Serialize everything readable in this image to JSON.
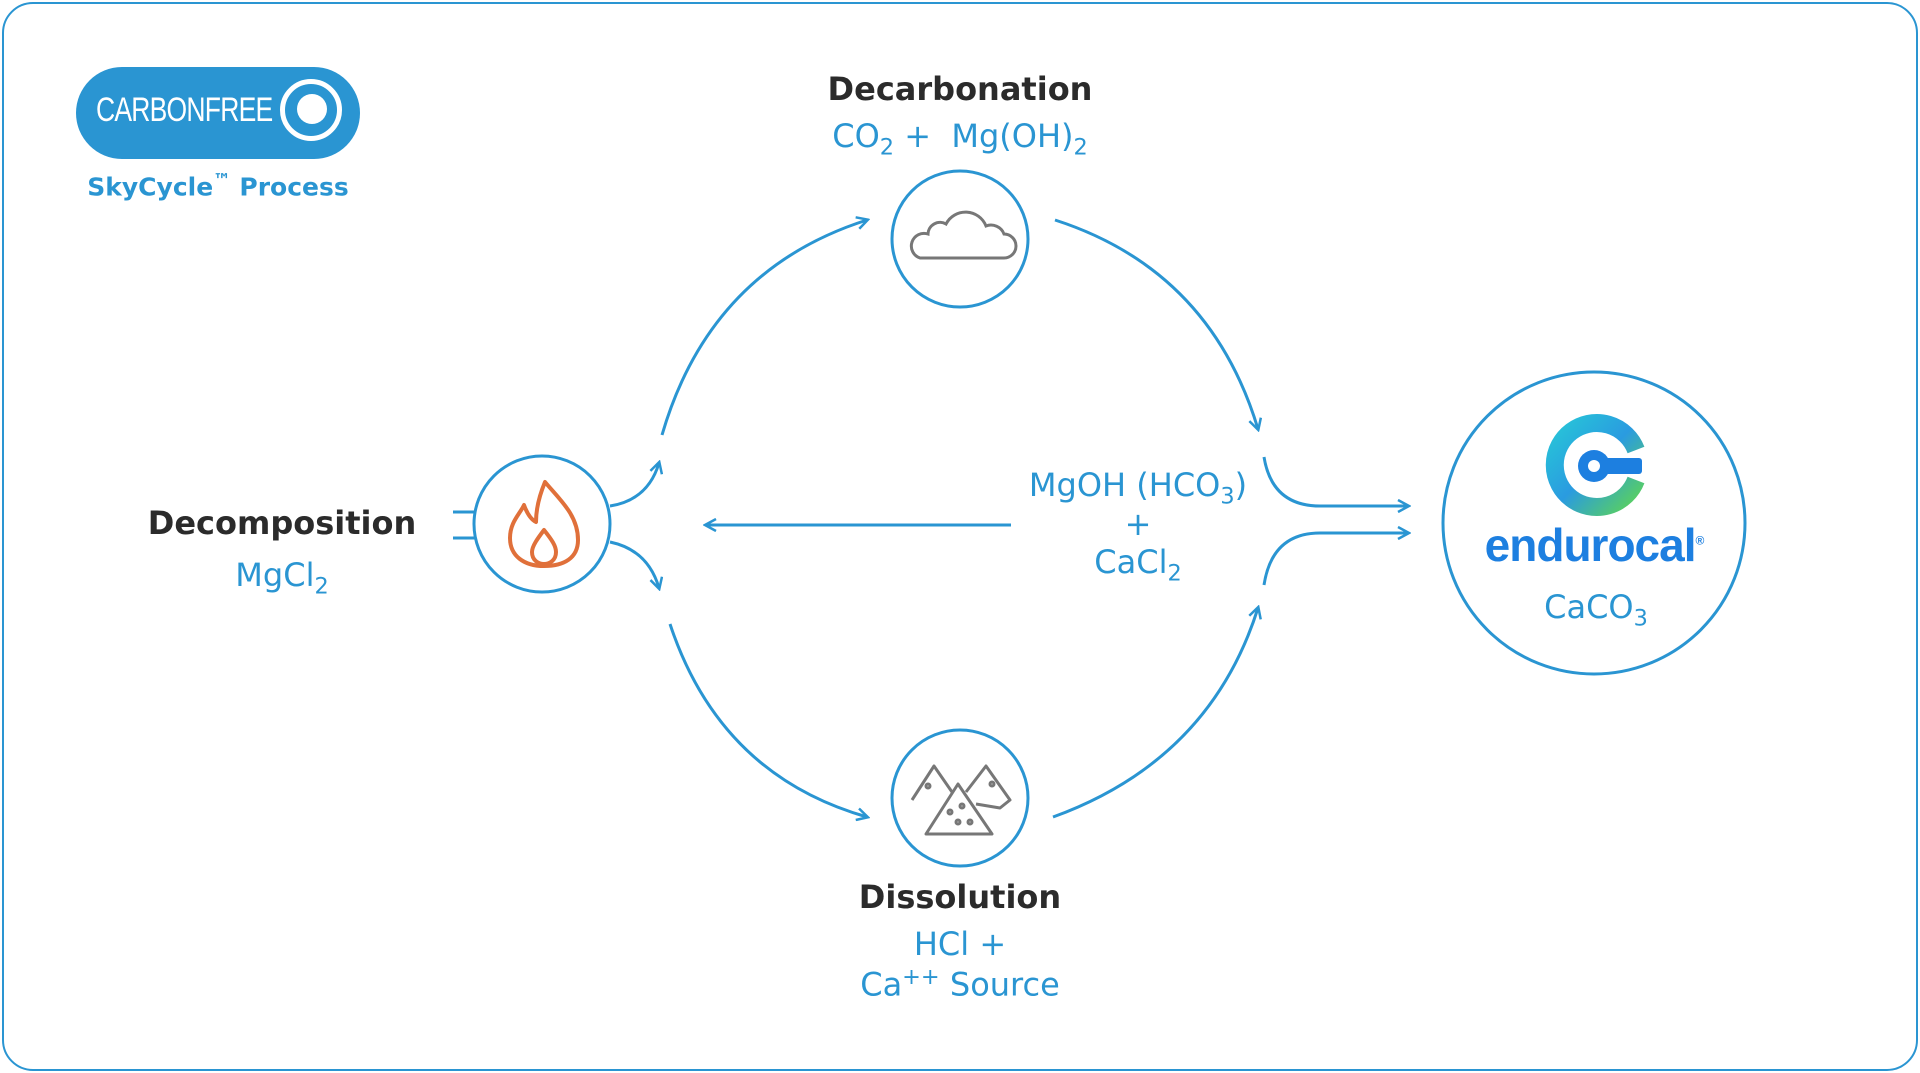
{
  "logo": {
    "brand": "CARBONFREE",
    "subtitle": "SkyCycle",
    "trademark": "™",
    "subtitle_suffix": "Process"
  },
  "nodes": {
    "decarbonation": {
      "title": "Decarbonation",
      "formula_a": "CO",
      "formula_a_sub": "2",
      "plus": "+",
      "formula_b": "Mg(OH)",
      "formula_b_sub": "2",
      "icon": "cloud-icon"
    },
    "decomposition": {
      "title": "Decomposition",
      "formula": "MgCl",
      "formula_sub": "2",
      "icon": "fire-icon"
    },
    "dissolution": {
      "title": "Dissolution",
      "line1": "HCl +",
      "line2_a": "Ca",
      "line2_sup": "++",
      "line2_b": " Source",
      "icon": "rocks-icon"
    },
    "center": {
      "line1_a": "MgOH (HCO",
      "line1_sub": "3",
      "line1_b": ")",
      "plus": "+",
      "line3": "CaCl",
      "line3_sub": "2"
    },
    "product": {
      "brand": "endurocal",
      "registered": "®",
      "formula": "CaCO",
      "formula_sub": "3",
      "icon": "endurocal-logo-icon"
    }
  },
  "colors": {
    "accent": "#2a95d2",
    "title": "#2b2b2b",
    "fire": "#e0703a",
    "icon_gray": "#777777",
    "endurocal_blue": "#1d7fe0",
    "endurocal_green": "#5bd25a"
  }
}
